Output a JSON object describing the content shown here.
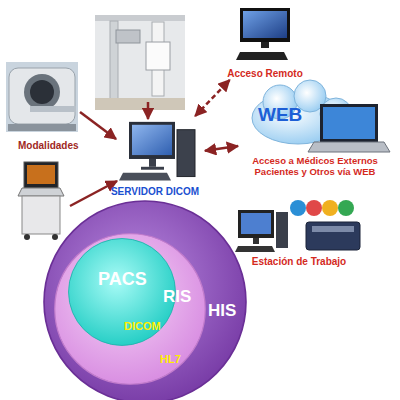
{
  "diagram": {
    "nodes": [
      {
        "text": [
          "SERVIDOR DICOM"
        ]
      },
      {
        "text": [
          "Acceso Remoto"
        ]
      },
      {
        "text": [
          "WEB",
          "Acceso a Médicos Externos Pacientes y Otros vía WEB"
        ]
      },
      {
        "text": [
          "Estación de Trabajo"
        ]
      },
      {
        "text": [
          "HIS"
        ]
      },
      {
        "text": [
          "RIS",
          "HL7"
        ],
        "in": 4
      },
      {
        "text": [
          "PACS",
          "DICOM"
        ],
        "in": 5
      }
    ],
    "edges": [
      {
        "from": 0,
        "to": 1,
        "arrow": "both"
      },
      {
        "from": 0,
        "to": 2,
        "arrow": "both"
      }
    ],
    "labels": [
      "Modalidades"
    ]
  }
}
